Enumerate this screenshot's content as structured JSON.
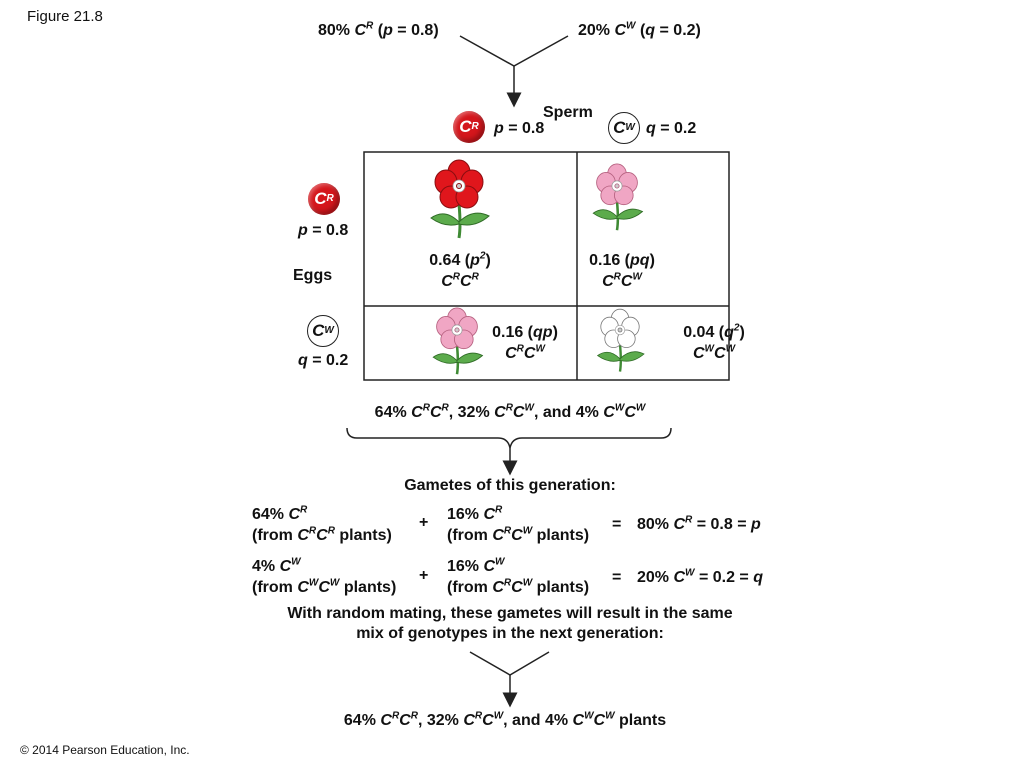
{
  "figure_label": "Figure 21.8",
  "copyright": "© 2014 Pearson Education, Inc.",
  "top": {
    "left_pct": "80%",
    "left_gene": "C",
    "left_sup": "R",
    "left_freq_open": "(",
    "left_var": "p",
    "left_val": " = 0.8)",
    "right_pct": "20%",
    "right_gene": "C",
    "right_sup": "W",
    "right_freq_open": "(",
    "right_var": "q",
    "right_val": " = 0.2)"
  },
  "sperm": {
    "label": "Sperm",
    "r_gene": "C",
    "r_sup": "R",
    "r_var": "p",
    "r_val": " = 0.8",
    "w_gene": "C",
    "w_sup": "W",
    "w_var": "q",
    "w_val": " = 0.2"
  },
  "eggs": {
    "label": "Eggs",
    "r_gene": "C",
    "r_sup": "R",
    "r_var": "p",
    "r_val": " = 0.8",
    "w_gene": "C",
    "w_sup": "W",
    "w_var": "q",
    "w_val": " = 0.2"
  },
  "cells": {
    "rr_freq": "0.64 (",
    "rr_var": "p",
    "rr_exp": "2",
    "rr_close": ")",
    "rr_g1": "C",
    "rr_s1": "R",
    "rr_g2": "C",
    "rr_s2": "R",
    "rw_freq": "0.16 (",
    "rw_var": "pq",
    "rw_close": ")",
    "rw_g1": "C",
    "rw_s1": "R",
    "rw_g2": "C",
    "rw_s2": "W",
    "wr_freq": "0.16 (",
    "wr_var": "qp",
    "wr_close": ")",
    "wr_g1": "C",
    "wr_s1": "R",
    "wr_g2": "C",
    "wr_s2": "W",
    "ww_freq": "0.04 (",
    "ww_var": "q",
    "ww_exp": "2",
    "ww_close": ")",
    "ww_g1": "C",
    "ww_s1": "W",
    "ww_g2": "C",
    "ww_s2": "W"
  },
  "summary": {
    "a": "64%",
    "b": ", 32%",
    "c": ", and 4%",
    "g": "C",
    "R": "R",
    "W": "W"
  },
  "gametes_title": "Gametes of this generation:",
  "rows": {
    "r1a_pct": "64%",
    "r1a_from": "(from",
    "r1a_plants": "plants)",
    "r1b_pct": "16%",
    "r1b_from": "(from",
    "r1b_plants": "plants)",
    "r1_result_pct": "80%",
    "r1_result_val": " = 0.8 = ",
    "r1_result_var": "p",
    "r2a_pct": "4%",
    "r2a_from": "(from",
    "r2a_plants": "plants)",
    "r2b_pct": "16%",
    "r2b_from": "(from",
    "r2b_plants": "plants)",
    "r2_result_pct": "20%",
    "r2_result_val": " = 0.2 = ",
    "r2_result_var": "q",
    "plus": "+",
    "equals": "="
  },
  "random_mating_line1": "With random mating, these gametes will result in the same",
  "random_mating_line2": "mix of genotypes in the next generation:",
  "final": {
    "a": "64%",
    "b": ", 32%",
    "c": ", and 4%",
    "d": " plants"
  },
  "colors": {
    "red_allele": "#d4161c",
    "pink_flower": "#f0a6c4",
    "white_flower": "#ffffff",
    "leaf_green": "#5cab4c"
  }
}
